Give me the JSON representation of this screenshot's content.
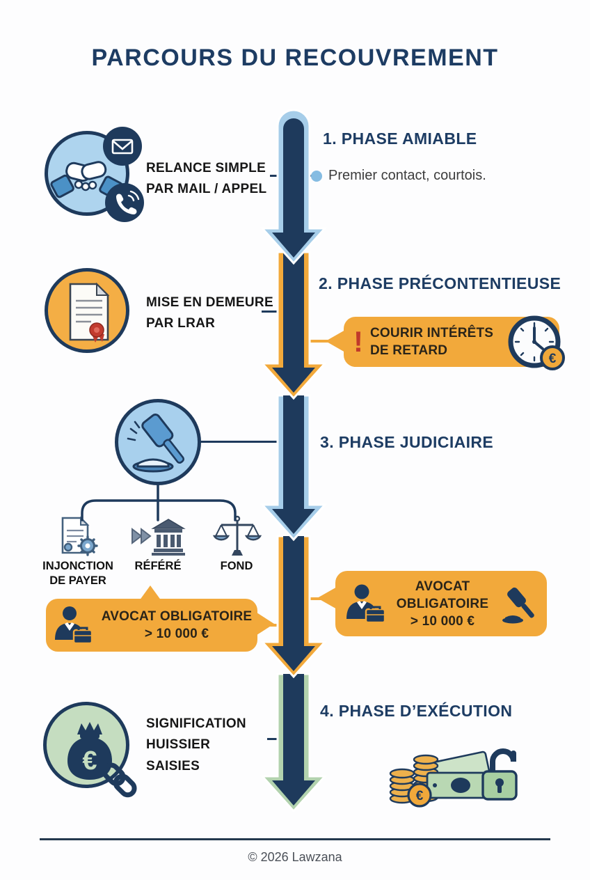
{
  "title": "PARCOURS DU RECOUVREMENT",
  "colors": {
    "navy": "#1e3a5c",
    "heading_navy": "#1d3c63",
    "light_blue": "#a6cde9",
    "circle_blue": "#aed4ee",
    "orange": "#f2a93b",
    "circle_orange": "#f4ae45",
    "green": "#b2d2ae",
    "circle_green": "#c5ddc0",
    "red": "#c0392b",
    "bullet_blue": "#85bce2"
  },
  "euro": "€",
  "phases": [
    {
      "heading": "1. PHASE AMIABLE",
      "label_line1": "RELANCE SIMPLE",
      "label_line2": "PAR MAIL / APPEL",
      "note": "Premier contact, courtois.",
      "icon": "handshake",
      "badges": [
        "mail-envelope",
        "phone-call"
      ]
    },
    {
      "heading": "2. PHASE PRÉCONTENTIEUSE",
      "label_line1": "MISE EN DEMEURE",
      "label_line2": "PAR LRAR",
      "icon": "registered-letter-seal",
      "callout": {
        "exclamation": "!",
        "line1": "COURIR INTÉRÊTS",
        "line2": "DE RETARD",
        "icon": "clock-euro"
      }
    },
    {
      "heading": "3. PHASE JUDICIAIRE",
      "icon": "gavel",
      "branches": [
        {
          "label_line1": "INJONCTION",
          "label_line2": "DE PAYER",
          "icon": "document-gear"
        },
        {
          "label_line1": "RÉFÉRÉ",
          "icon": "fast-forward-courthouse"
        },
        {
          "label_line1": "FOND",
          "icon": "scales-of-justice"
        }
      ],
      "callout_left": {
        "line1": "AVOCAT OBLIGATOIRE",
        "line2": "> 10 000 €",
        "icon": "lawyer-briefcase"
      },
      "callout_right": {
        "line1": "AVOCAT",
        "line2": "OBLIGATOIRE",
        "line3": "> 10 000 €",
        "icon_left": "lawyer-briefcase",
        "icon_right": "gavel"
      }
    },
    {
      "heading": "4. PHASE D’EXÉCUTION",
      "label_line1": "SIGNIFICATION",
      "label_line2": "HUISSIER",
      "label_line3": "SAISIES",
      "icon": "money-bag-chain",
      "illustration": "coins-banknote-padlock"
    }
  ],
  "footer": {
    "copyright": "© 2026 Lawzana"
  }
}
